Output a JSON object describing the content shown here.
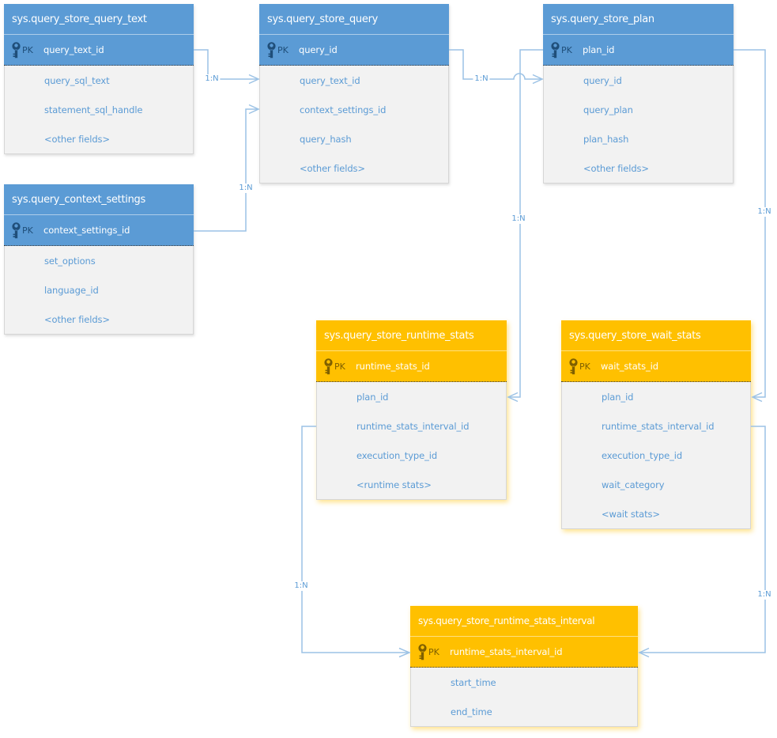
{
  "diagram": {
    "type": "entity-relationship",
    "pk_label": "PK",
    "colors": {
      "blue_header": "#5B9BD5",
      "orange_header": "#FFC000",
      "body_background": "#F2F2F2",
      "field_text": "#5B9BD5",
      "pk_text_blue": "#1F4E79",
      "pk_text_orange": "#7F6000",
      "connector_line": "#9CC2E5",
      "label_text": "#5B9BD5"
    },
    "tables": [
      {
        "title": "sys.query_store_query_text",
        "theme": "blue",
        "pk": "query_text_id",
        "fields": [
          "query_sql_text",
          "statement_sql_handle",
          "<other fields>"
        ]
      },
      {
        "title": "sys.query_store_query",
        "theme": "blue",
        "pk": "query_id",
        "fields": [
          "query_text_id",
          "context_settings_id",
          "query_hash",
          "<other fields>"
        ]
      },
      {
        "title": "sys.query_store_plan",
        "theme": "blue",
        "pk": "plan_id",
        "fields": [
          "query_id",
          "query_plan",
          "plan_hash",
          "<other fields>"
        ]
      },
      {
        "title": "sys.query_context_settings",
        "theme": "blue",
        "pk": "context_settings_id",
        "fields": [
          "set_options",
          "language_id",
          "<other fields>"
        ]
      },
      {
        "title": "sys.query_store_runtime_stats",
        "theme": "orange",
        "pk": "runtime_stats_id",
        "fields": [
          "plan_id",
          "runtime_stats_interval_id",
          "execution_type_id",
          "<runtime stats>"
        ]
      },
      {
        "title": "sys.query_store_wait_stats",
        "theme": "orange",
        "pk": "wait_stats_id",
        "fields": [
          "plan_id",
          "runtime_stats_interval_id",
          "execution_type_id",
          "wait_category",
          "<wait stats>"
        ]
      },
      {
        "title": "sys.query_store_runtime_stats_interval",
        "theme": "orange",
        "pk": "runtime_stats_interval_id",
        "fields": [
          "start_time",
          "end_time"
        ]
      }
    ],
    "connectors": [
      {
        "label": "1:N",
        "from": "sys.query_store_query_text.query_text_id",
        "to": "sys.query_store_query.query_text_id"
      },
      {
        "label": "1:N",
        "from": "sys.query_context_settings.context_settings_id",
        "to": "sys.query_store_query.context_settings_id"
      },
      {
        "label": "1:N",
        "from": "sys.query_store_query.query_id",
        "to": "sys.query_store_plan.query_id"
      },
      {
        "label": "1:N",
        "from": "sys.query_store_plan.plan_id",
        "to": "sys.query_store_runtime_stats.plan_id"
      },
      {
        "label": "1:N",
        "from": "sys.query_store_plan.plan_id",
        "to": "sys.query_store_wait_stats.plan_id"
      },
      {
        "label": "1:N",
        "from": "sys.query_store_runtime_stats.runtime_stats_interval_id",
        "to": "sys.query_store_runtime_stats_interval.runtime_stats_interval_id"
      },
      {
        "label": "1:N",
        "from": "sys.query_store_wait_stats.runtime_stats_interval_id",
        "to": "sys.query_store_runtime_stats_interval.runtime_stats_interval_id"
      }
    ]
  }
}
